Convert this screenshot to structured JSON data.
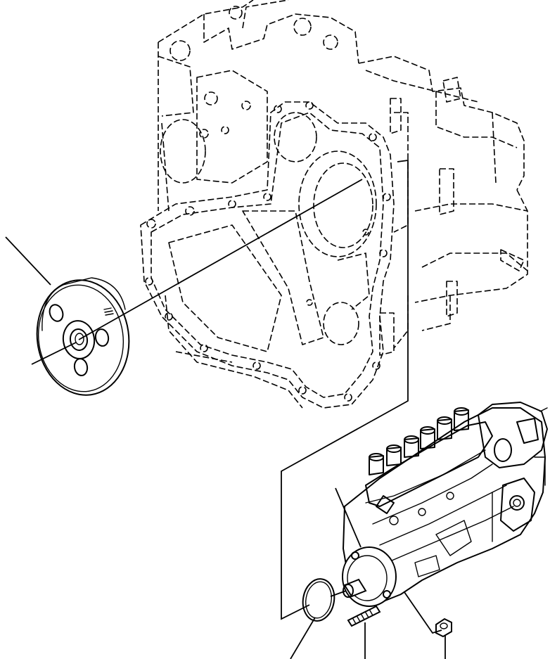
{
  "diagram": {
    "parts": [
      {
        "id": "engine-housing",
        "style": "phantom"
      },
      {
        "id": "drive-gear",
        "style": "solid"
      },
      {
        "id": "injection-pump",
        "style": "solid"
      },
      {
        "id": "o-ring",
        "style": "solid"
      },
      {
        "id": "stud-bolt",
        "style": "solid"
      },
      {
        "id": "nut",
        "style": "solid"
      }
    ],
    "leader_lines": 6,
    "assembly_lines": 2
  }
}
